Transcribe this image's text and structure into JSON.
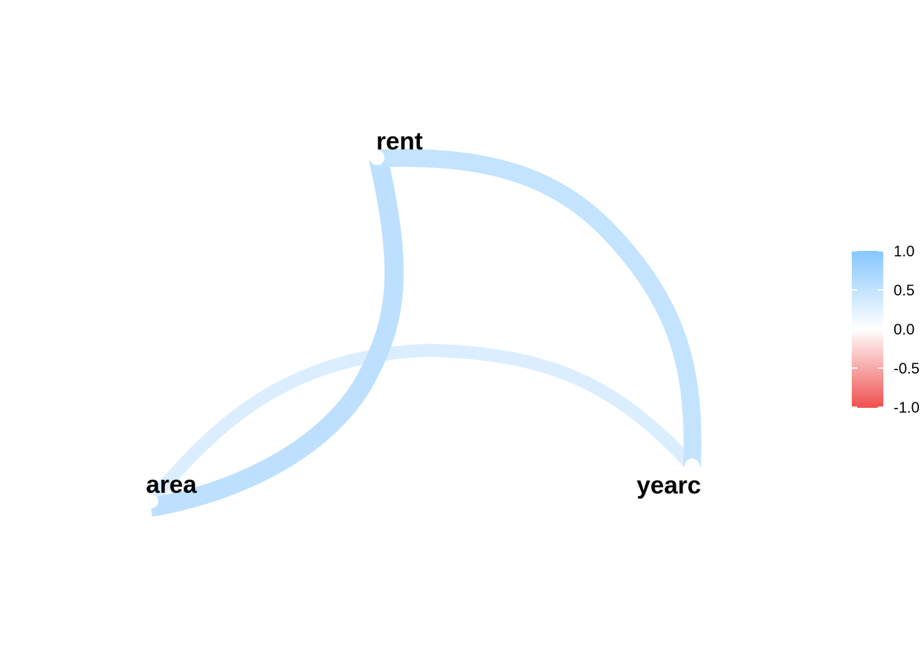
{
  "chart_data": {
    "type": "network",
    "nodes": [
      {
        "id": "rent",
        "label": "rent"
      },
      {
        "id": "area",
        "label": "area"
      },
      {
        "id": "yearc",
        "label": "yearc"
      }
    ],
    "edges": [
      {
        "from": "rent",
        "to": "area",
        "correlation": 0.55
      },
      {
        "from": "rent",
        "to": "yearc",
        "correlation": 0.5
      },
      {
        "from": "area",
        "to": "yearc",
        "correlation": 0.3
      }
    ],
    "legend": {
      "ticks": [
        "1.0",
        "0.5",
        "0.0",
        "-0.5",
        "-1.0"
      ],
      "range": [
        -1,
        1
      ],
      "position": "right"
    },
    "colors": {
      "positive": "#87c7ff",
      "zero": "#ffffff",
      "negative": "#f04f4f"
    }
  }
}
